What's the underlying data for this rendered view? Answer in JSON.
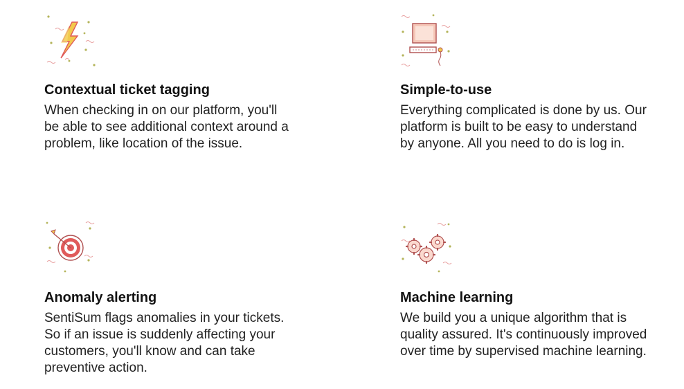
{
  "features": [
    {
      "icon": "lightning-icon",
      "title": "Contextual ticket tagging",
      "description": "When checking in on our platform, you'll be able to see additional context around a problem, like location of the issue."
    },
    {
      "icon": "computer-icon",
      "title": "Simple-to-use",
      "description": "Everything complicated is done by us. Our platform is built to be easy to understand by anyone. All you need to do is log in."
    },
    {
      "icon": "target-icon",
      "title": "Anomaly alerting",
      "description": "SentiSum flags anomalies in your tickets. So if an issue is suddenly affecting your customers, you'll know and can take preventive action."
    },
    {
      "icon": "gears-icon",
      "title": "Machine learning",
      "description": "We build you a unique algorithm that is quality assured. It's continuously improved over time by supervised machine learning."
    }
  ],
  "colors": {
    "accent_red": "#e05a5a",
    "accent_yellow": "#f2c94c",
    "accent_olive": "#b4b45a"
  }
}
